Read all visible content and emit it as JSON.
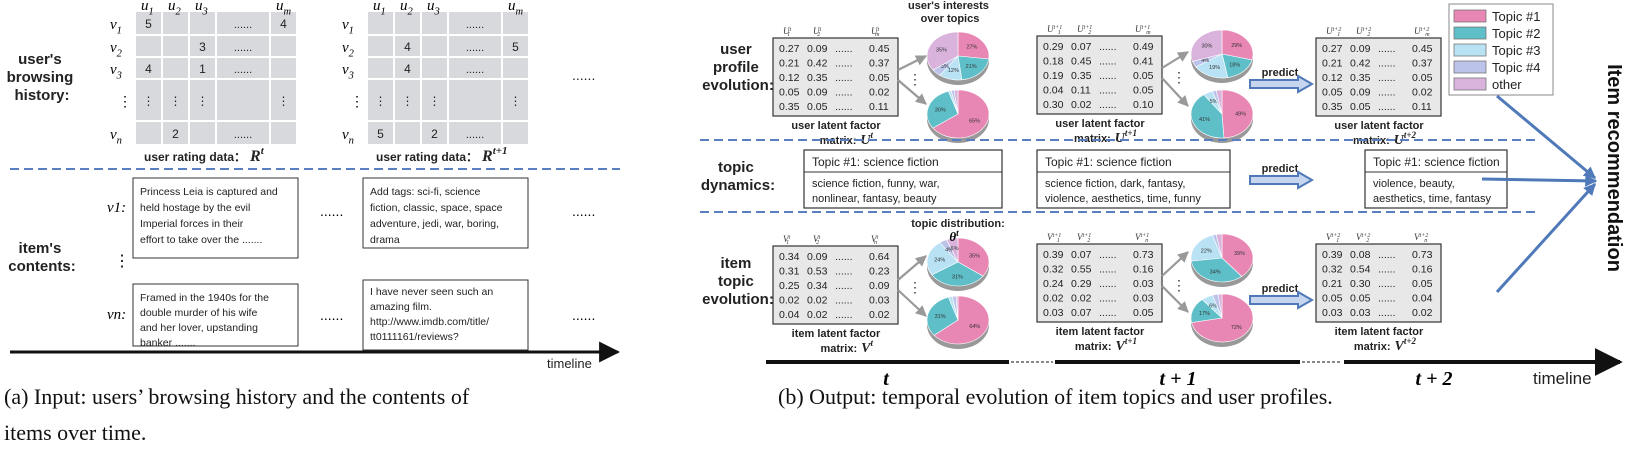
{
  "panel_a": {
    "side_label_history": [
      "user's",
      "browsing",
      "history:"
    ],
    "side_label_contents": [
      "item's",
      "contents:"
    ],
    "matrix_t": {
      "col_headers": [
        "u1",
        "u2",
        "u3",
        "......",
        "um"
      ],
      "row_headers": [
        "v1",
        "v2",
        "v3",
        "⋮",
        "vn"
      ],
      "cells": [
        [
          "5",
          "",
          "",
          "......",
          "4"
        ],
        [
          "",
          "",
          "3",
          "......",
          ""
        ],
        [
          "4",
          "",
          "1",
          "......",
          ""
        ],
        [
          "⋮",
          "⋮",
          "⋮",
          "",
          "⋮"
        ],
        [
          "",
          "2",
          "",
          "......",
          ""
        ]
      ],
      "caption": "user rating data：",
      "symbol": "R",
      "sup": "t"
    },
    "matrix_t1": {
      "col_headers": [
        "u1",
        "u2",
        "u3",
        "......",
        "um"
      ],
      "row_headers": [
        "v1",
        "v2",
        "v3",
        "⋮",
        "vn"
      ],
      "cells": [
        [
          "",
          "",
          "",
          "......",
          ""
        ],
        [
          "",
          "4",
          "",
          "......",
          "5"
        ],
        [
          "",
          "4",
          "",
          "......",
          ""
        ],
        [
          "⋮",
          "⋮",
          "⋮",
          "",
          "⋮"
        ],
        [
          "5",
          "",
          "2",
          "......",
          ""
        ]
      ],
      "caption": "user rating data：",
      "symbol": "R",
      "sup": "t+1"
    },
    "ellipsis": "......",
    "item_v1_label": "v1:",
    "item_vn_label": "vn:",
    "vdots": "⋮",
    "text_v1_t": [
      "Princess Leia is captured and",
      "held hostage by the evil",
      "Imperial forces in their",
      "effort to take over the ......."
    ],
    "text_v1_t1": [
      "Add tags: sci-fi, science",
      "fiction, classic, space, space",
      "adventure, jedi, war, boring,",
      "drama"
    ],
    "text_vn_t": [
      "Framed in the 1940s for the",
      "double murder of his wife",
      "and her lover, upstanding",
      "banker ......."
    ],
    "text_vn_t1": [
      "I have never seen such an",
      "amazing film.",
      "http://www.imdb.com/title/",
      "tt0111161/reviews?"
    ],
    "timeline": "timeline",
    "caption": [
      "(a)  Input: users’ browsing history and the contents of",
      "items over time."
    ]
  },
  "panel_b": {
    "side_user": [
      "user",
      "profile",
      "evolution:"
    ],
    "side_topic": [
      "topic",
      "dynamics:"
    ],
    "side_item": [
      "item",
      "topic",
      "evolution:"
    ],
    "interests_title": [
      "user's interests",
      "over topics"
    ],
    "topic_dist_title": "topic distribution:",
    "theta": "θ",
    "theta_sup": "t",
    "predict": "predict",
    "user_matrix_caption": "user latent factor",
    "item_matrix_caption": "item latent factor",
    "matrix_word": "matrix:",
    "user_t": {
      "headers": [
        "U1t",
        "U2t",
        "Umt"
      ],
      "rows": [
        [
          "0.27",
          "0.09",
          "......",
          "0.45"
        ],
        [
          "0.21",
          "0.42",
          "......",
          "0.37"
        ],
        [
          "0.12",
          "0.35",
          "......",
          "0.05"
        ],
        [
          "0.05",
          "0.09",
          "......",
          "0.02"
        ],
        [
          "0.35",
          "0.05",
          "......",
          "0.11"
        ]
      ],
      "symbol": "U",
      "sup": "t"
    },
    "user_t1": {
      "headers": [
        "U1t+1",
        "U2t+1",
        "Umt+1"
      ],
      "rows": [
        [
          "0.29",
          "0.07",
          "......",
          "0.49"
        ],
        [
          "0.18",
          "0.45",
          "......",
          "0.41"
        ],
        [
          "0.19",
          "0.35",
          "......",
          "0.05"
        ],
        [
          "0.04",
          "0.11",
          "......",
          "0.05"
        ],
        [
          "0.30",
          "0.02",
          "......",
          "0.10"
        ]
      ],
      "symbol": "U",
      "sup": "t+1"
    },
    "user_t2": {
      "headers": [
        "U1t+2",
        "U2t+2",
        "Umt+2"
      ],
      "rows": [
        [
          "0.27",
          "0.09",
          "......",
          "0.45"
        ],
        [
          "0.21",
          "0.42",
          "......",
          "0.37"
        ],
        [
          "0.12",
          "0.35",
          "......",
          "0.05"
        ],
        [
          "0.05",
          "0.09",
          "......",
          "0.02"
        ],
        [
          "0.35",
          "0.05",
          "......",
          "0.11"
        ]
      ],
      "symbol": "U",
      "sup": "t+2"
    },
    "item_t": {
      "headers": [
        "V1t",
        "V2t",
        "Vnt"
      ],
      "rows": [
        [
          "0.34",
          "0.09",
          "......",
          "0.64"
        ],
        [
          "0.31",
          "0.53",
          "......",
          "0.23"
        ],
        [
          "0.25",
          "0.34",
          "......",
          "0.09"
        ],
        [
          "0.02",
          "0.02",
          "......",
          "0.03"
        ],
        [
          "0.04",
          "0.02",
          "......",
          "0.02"
        ]
      ],
      "symbol": "V",
      "sup": "t"
    },
    "item_t1": {
      "headers": [
        "V1t+1",
        "V2t+1",
        "Vnt+1"
      ],
      "rows": [
        [
          "0.39",
          "0.07",
          "......",
          "0.73"
        ],
        [
          "0.32",
          "0.55",
          "......",
          "0.16"
        ],
        [
          "0.24",
          "0.29",
          "......",
          "0.03"
        ],
        [
          "0.02",
          "0.02",
          "......",
          "0.03"
        ],
        [
          "0.03",
          "0.07",
          "......",
          "0.05"
        ]
      ],
      "symbol": "V",
      "sup": "t+1"
    },
    "item_t2": {
      "headers": [
        "V1t+2",
        "V2t+2",
        "Vnt+2"
      ],
      "rows": [
        [
          "0.39",
          "0.08",
          "......",
          "0.73"
        ],
        [
          "0.32",
          "0.54",
          "......",
          "0.16"
        ],
        [
          "0.21",
          "0.30",
          "......",
          "0.05"
        ],
        [
          "0.05",
          "0.05",
          "......",
          "0.04"
        ],
        [
          "0.03",
          "0.03",
          "......",
          "0.02"
        ]
      ],
      "symbol": "V",
      "sup": "t+2"
    },
    "topic_t": {
      "title": "Topic #1: science fiction",
      "body": [
        "science fiction, funny, war,",
        "nonlinear, fantasy, beauty"
      ]
    },
    "topic_t1": {
      "title": "Topic #1: science fiction",
      "body": [
        "science fiction, dark, fantasy,",
        "violence, aesthetics,  time, funny"
      ]
    },
    "topic_t2": {
      "title": "Topic #1: science fiction",
      "body": [
        "violence, beauty,",
        "aesthetics, time, fantasy"
      ]
    },
    "legend": [
      {
        "label": "Topic #1",
        "color": "#e987b4"
      },
      {
        "label": "Topic #2",
        "color": "#5fbfc9"
      },
      {
        "label": "Topic #3",
        "color": "#b9e3f4"
      },
      {
        "label": "Topic #4",
        "color": "#bcc3ea"
      },
      {
        "label": "other",
        "color": "#d9b3dc"
      }
    ],
    "pies": [
      {
        "id": "user-t-a",
        "slices": [
          0.27,
          0.21,
          0.12,
          0.05,
          0.35
        ],
        "labels": [
          "27%",
          "21%",
          "12%",
          "5%",
          "35%"
        ]
      },
      {
        "id": "user-t-b",
        "slices": [
          0.65,
          0.3,
          0.015,
          0.015,
          0.02
        ],
        "labels": [
          "65%",
          "30%",
          "1%",
          "1%",
          "2%"
        ]
      },
      {
        "id": "user-t1-a",
        "slices": [
          0.29,
          0.18,
          0.19,
          0.04,
          0.3
        ],
        "labels": [
          "29%",
          "18%",
          "19%",
          "4%",
          "30%"
        ]
      },
      {
        "id": "user-t1-b",
        "slices": [
          0.49,
          0.41,
          0.05,
          0.02,
          0.03
        ],
        "labels": [
          "49%",
          "41%",
          "5%",
          "2%",
          "3%"
        ]
      },
      {
        "id": "item-t-a",
        "slices": [
          0.35,
          0.31,
          0.24,
          0.04,
          0.06
        ],
        "labels": [
          "35%",
          "31%",
          "24%",
          "4%",
          "6%"
        ]
      },
      {
        "id": "item-t-b",
        "slices": [
          0.64,
          0.31,
          0.02,
          0.02,
          0.01
        ],
        "labels": [
          "64%",
          "31%",
          "2%",
          "2%",
          "1%"
        ]
      },
      {
        "id": "item-t1-a",
        "slices": [
          0.39,
          0.34,
          0.22,
          0.02,
          0.03
        ],
        "labels": [
          "39%",
          "34%",
          "22%",
          "2%",
          "3%"
        ]
      },
      {
        "id": "item-t1-b",
        "slices": [
          0.72,
          0.17,
          0.06,
          0.03,
          0.02
        ],
        "labels": [
          "72%",
          "17%",
          "6%",
          "3%",
          "2%"
        ]
      }
    ],
    "item_recommendation": "Item recommendation",
    "t_labels": [
      "t",
      "t + 1",
      "t + 2"
    ],
    "timeline": "timeline",
    "caption": "(b)  Output: temporal evolution of item topics and user profiles."
  }
}
